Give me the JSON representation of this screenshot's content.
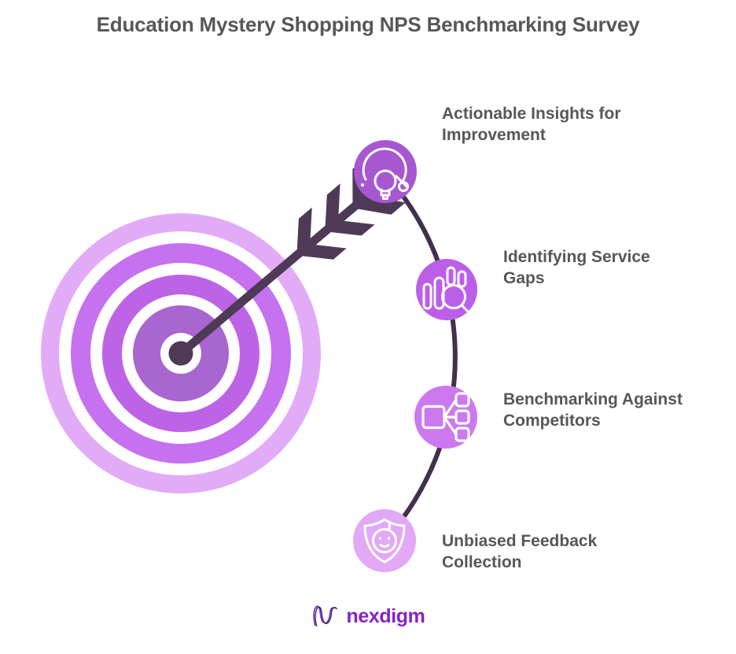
{
  "title": "Education Mystery Shopping NPS Benchmarking Survey",
  "items": [
    {
      "label": "Actionable Insights for Improvement",
      "icon": "insight-gauge-bulb-icon"
    },
    {
      "label": "Identifying Service Gaps",
      "icon": "bar-chart-magnifier-icon"
    },
    {
      "label": "Benchmarking Against Competitors",
      "icon": "hierarchy-nodes-icon"
    },
    {
      "label": "Unbiased Feedback Collection",
      "icon": "shield-smiley-icon"
    }
  ],
  "footer": {
    "logo_text": "nexdigm",
    "logo_mark": "nexdigm-wave-icon"
  },
  "colors": {
    "title_text": "#57575A",
    "label_text": "#57575A",
    "arc": "#44304A",
    "arrow": "#4E3A56",
    "target_ring_outer": "#E2ABF7",
    "target_ring_2": "#C671EF",
    "target_ring_3": "#BD63E6",
    "target_disc": "#A965D0",
    "icon_fill_1": "#A757D0",
    "icon_fill_2": "#BB5FE8",
    "icon_fill_3": "#CC79F0",
    "icon_fill_4": "#E2A9F6",
    "logo_purple": "#8324C6",
    "logo_navy": "#2B2A55"
  }
}
